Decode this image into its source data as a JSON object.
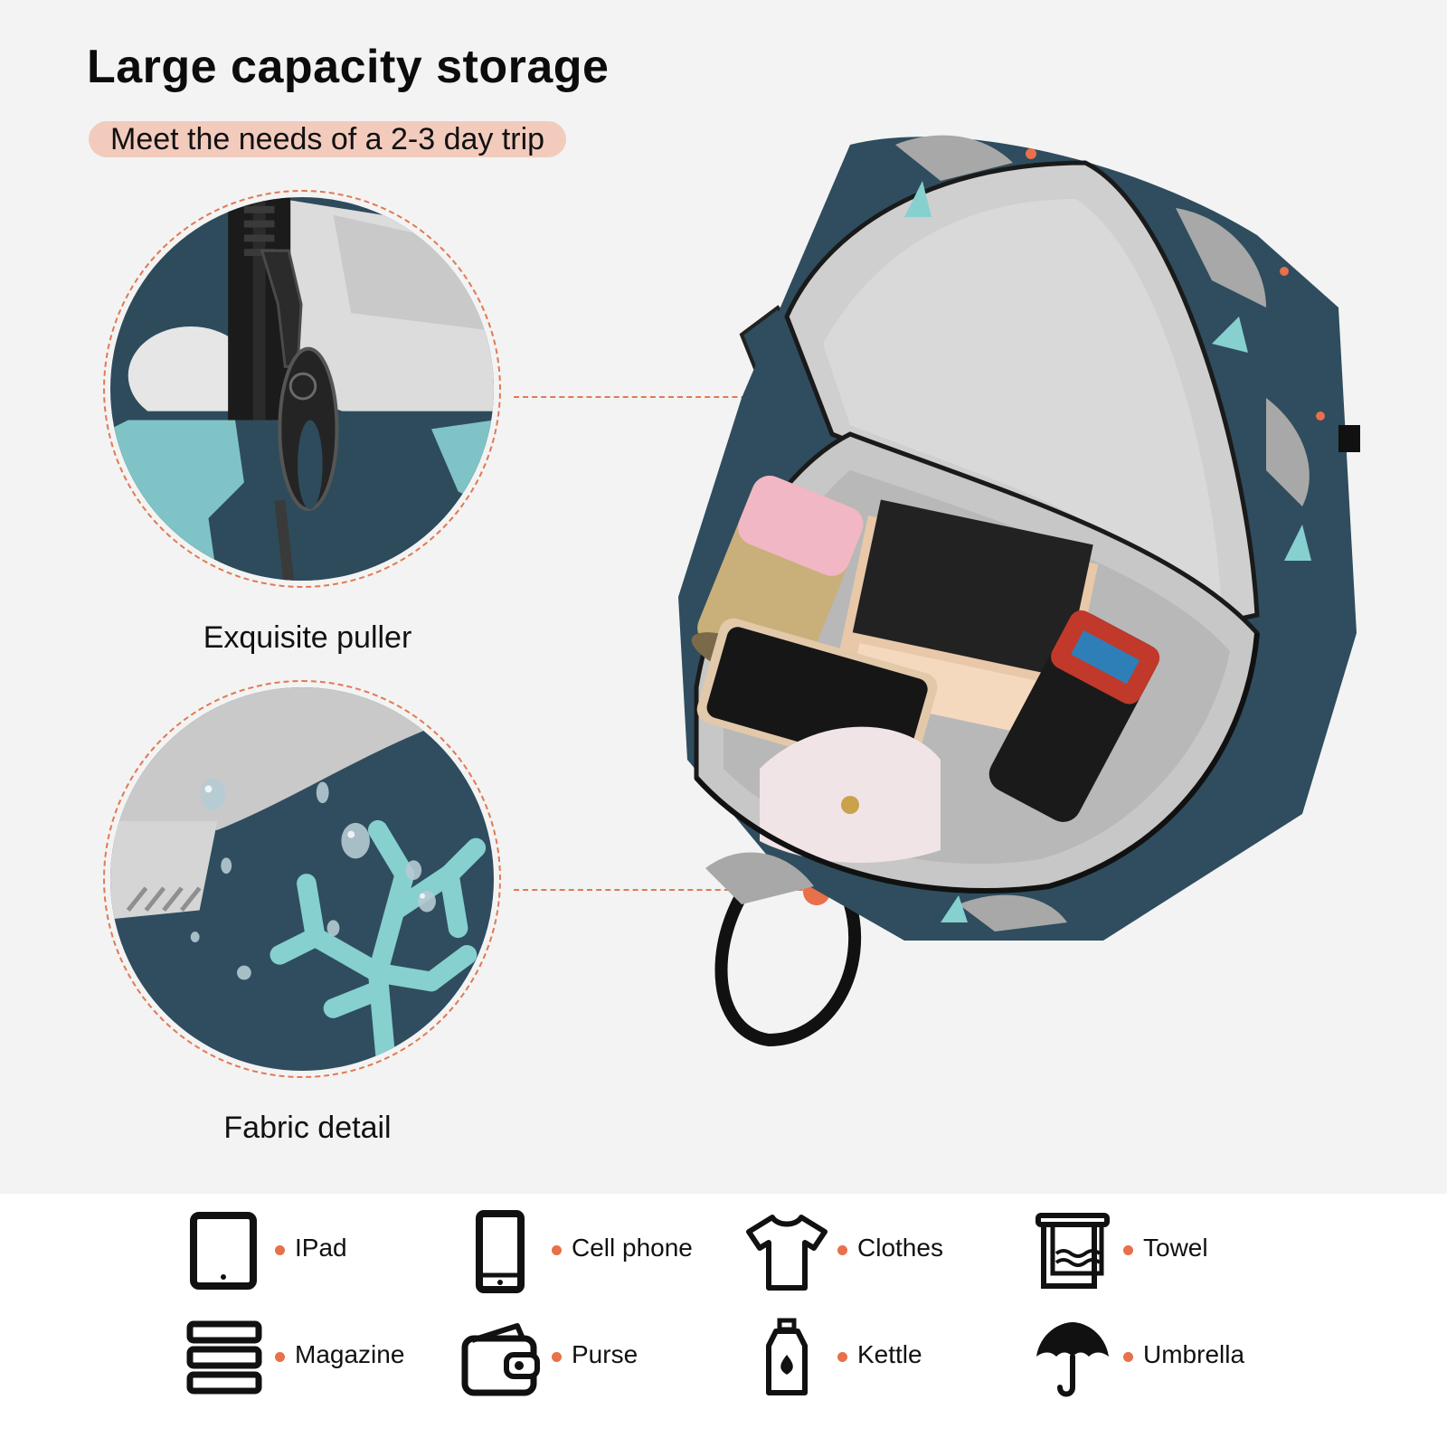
{
  "header": {
    "title": "Large capacity storage",
    "subtitle": "Meet the needs of a 2-3 day trip"
  },
  "details": [
    {
      "label": "Exquisite puller"
    },
    {
      "label": "Fabric detail"
    }
  ],
  "colors": {
    "accent": "#e8704a",
    "pill": "#f2cbbd",
    "fabric": "#2f4d5e",
    "coral": "#86d0cf"
  },
  "items": [
    {
      "icon": "tablet-icon",
      "label": "IPad"
    },
    {
      "icon": "phone-icon",
      "label": "Cell phone"
    },
    {
      "icon": "tshirt-icon",
      "label": "Clothes"
    },
    {
      "icon": "towel-icon",
      "label": "Towel"
    },
    {
      "icon": "books-icon",
      "label": "Magazine"
    },
    {
      "icon": "wallet-icon",
      "label": "Purse"
    },
    {
      "icon": "bottle-icon",
      "label": "Kettle"
    },
    {
      "icon": "umbrella-icon",
      "label": "Umbrella"
    }
  ]
}
